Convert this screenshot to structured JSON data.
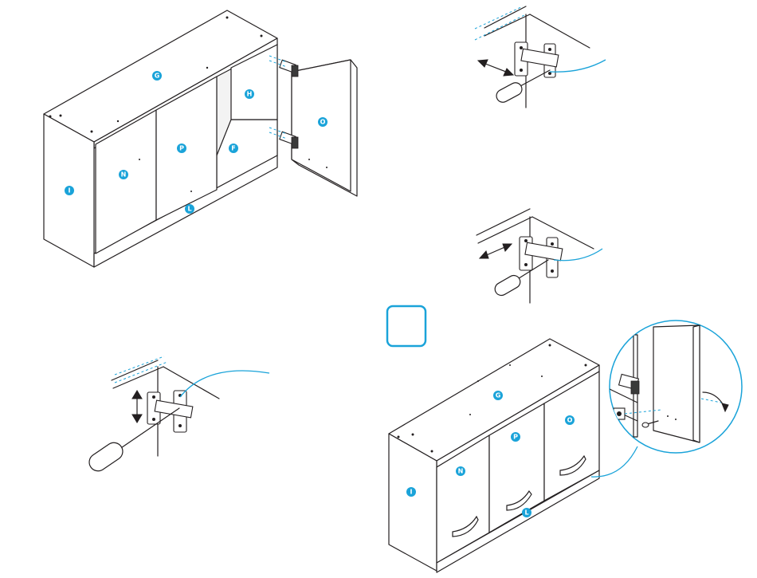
{
  "accent_color": "#1aa3d9",
  "labels": {
    "G": "G",
    "H": "H",
    "O": "O",
    "P": "P",
    "F": "F",
    "N": "N",
    "I": "I",
    "L": "L"
  },
  "step_box_text": "",
  "icons": [
    "screwdriver-icon",
    "cabinet-hinge-icon",
    "double-arrow-icon",
    "detail-zoom-circle-icon"
  ]
}
